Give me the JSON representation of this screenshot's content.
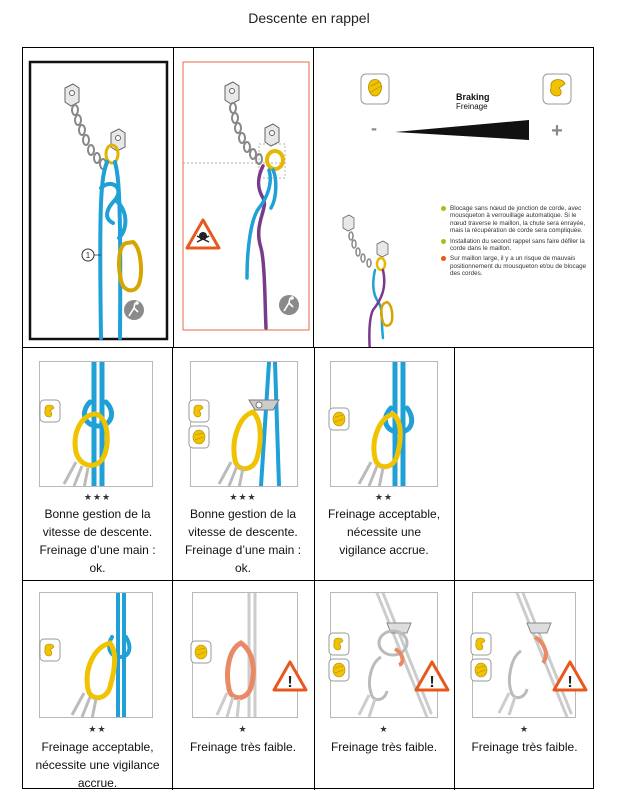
{
  "page": {
    "title": "Descente en rappel"
  },
  "colors": {
    "rope_blue": "#1fa0d6",
    "rope_purple": "#7a3a8a",
    "carabiner_yellow": "#f2c200",
    "warning_orange": "#e8581c",
    "frame_red": "#e66b4a",
    "bullet_green": "#9ac31c",
    "bullet_orange": "#e8581c"
  },
  "braking": {
    "label_en": "Braking",
    "label_fr": "Freinage",
    "minus": "-",
    "plus": "+"
  },
  "legend": [
    {
      "color": "green",
      "text": "Blocage sans nœud de jonction de corde, avec mousqueton à verrouillage automatique. Si le nœud traverse le maillon, la chute sera enrayée, mais la récupération de corde sera compliquée."
    },
    {
      "color": "green",
      "text": "Installation du second rappel sans faire défiler la corde dans le maillon."
    },
    {
      "color": "orange",
      "text": "Sur maillon large, il y a un risque de mauvais positionnement du mousqueton et/ou de blocage des cordes."
    }
  ],
  "callout": "1",
  "row2": [
    {
      "stars": "★★★",
      "caption": [
        "Bonne gestion de la",
        "vitesse de descente.",
        "Freinage d’une main :",
        "ok."
      ]
    },
    {
      "stars": "★★★",
      "caption": [
        "Bonne gestion de la",
        "vitesse de descente.",
        "Freinage d’une main :",
        "ok."
      ]
    },
    {
      "stars": "★★",
      "caption": [
        "Freinage acceptable,",
        "nécessite une",
        "vigilance accrue."
      ]
    }
  ],
  "row3": [
    {
      "stars": "★★",
      "caption": [
        "Freinage acceptable,",
        "nécessite une vigilance",
        "accrue."
      ]
    },
    {
      "stars": "★",
      "caption": [
        "Freinage très faible."
      ]
    },
    {
      "stars": "★",
      "caption": [
        "Freinage très faible."
      ]
    },
    {
      "stars": "★",
      "caption": [
        "Freinage très faible."
      ]
    }
  ],
  "warning_glyph": "!"
}
